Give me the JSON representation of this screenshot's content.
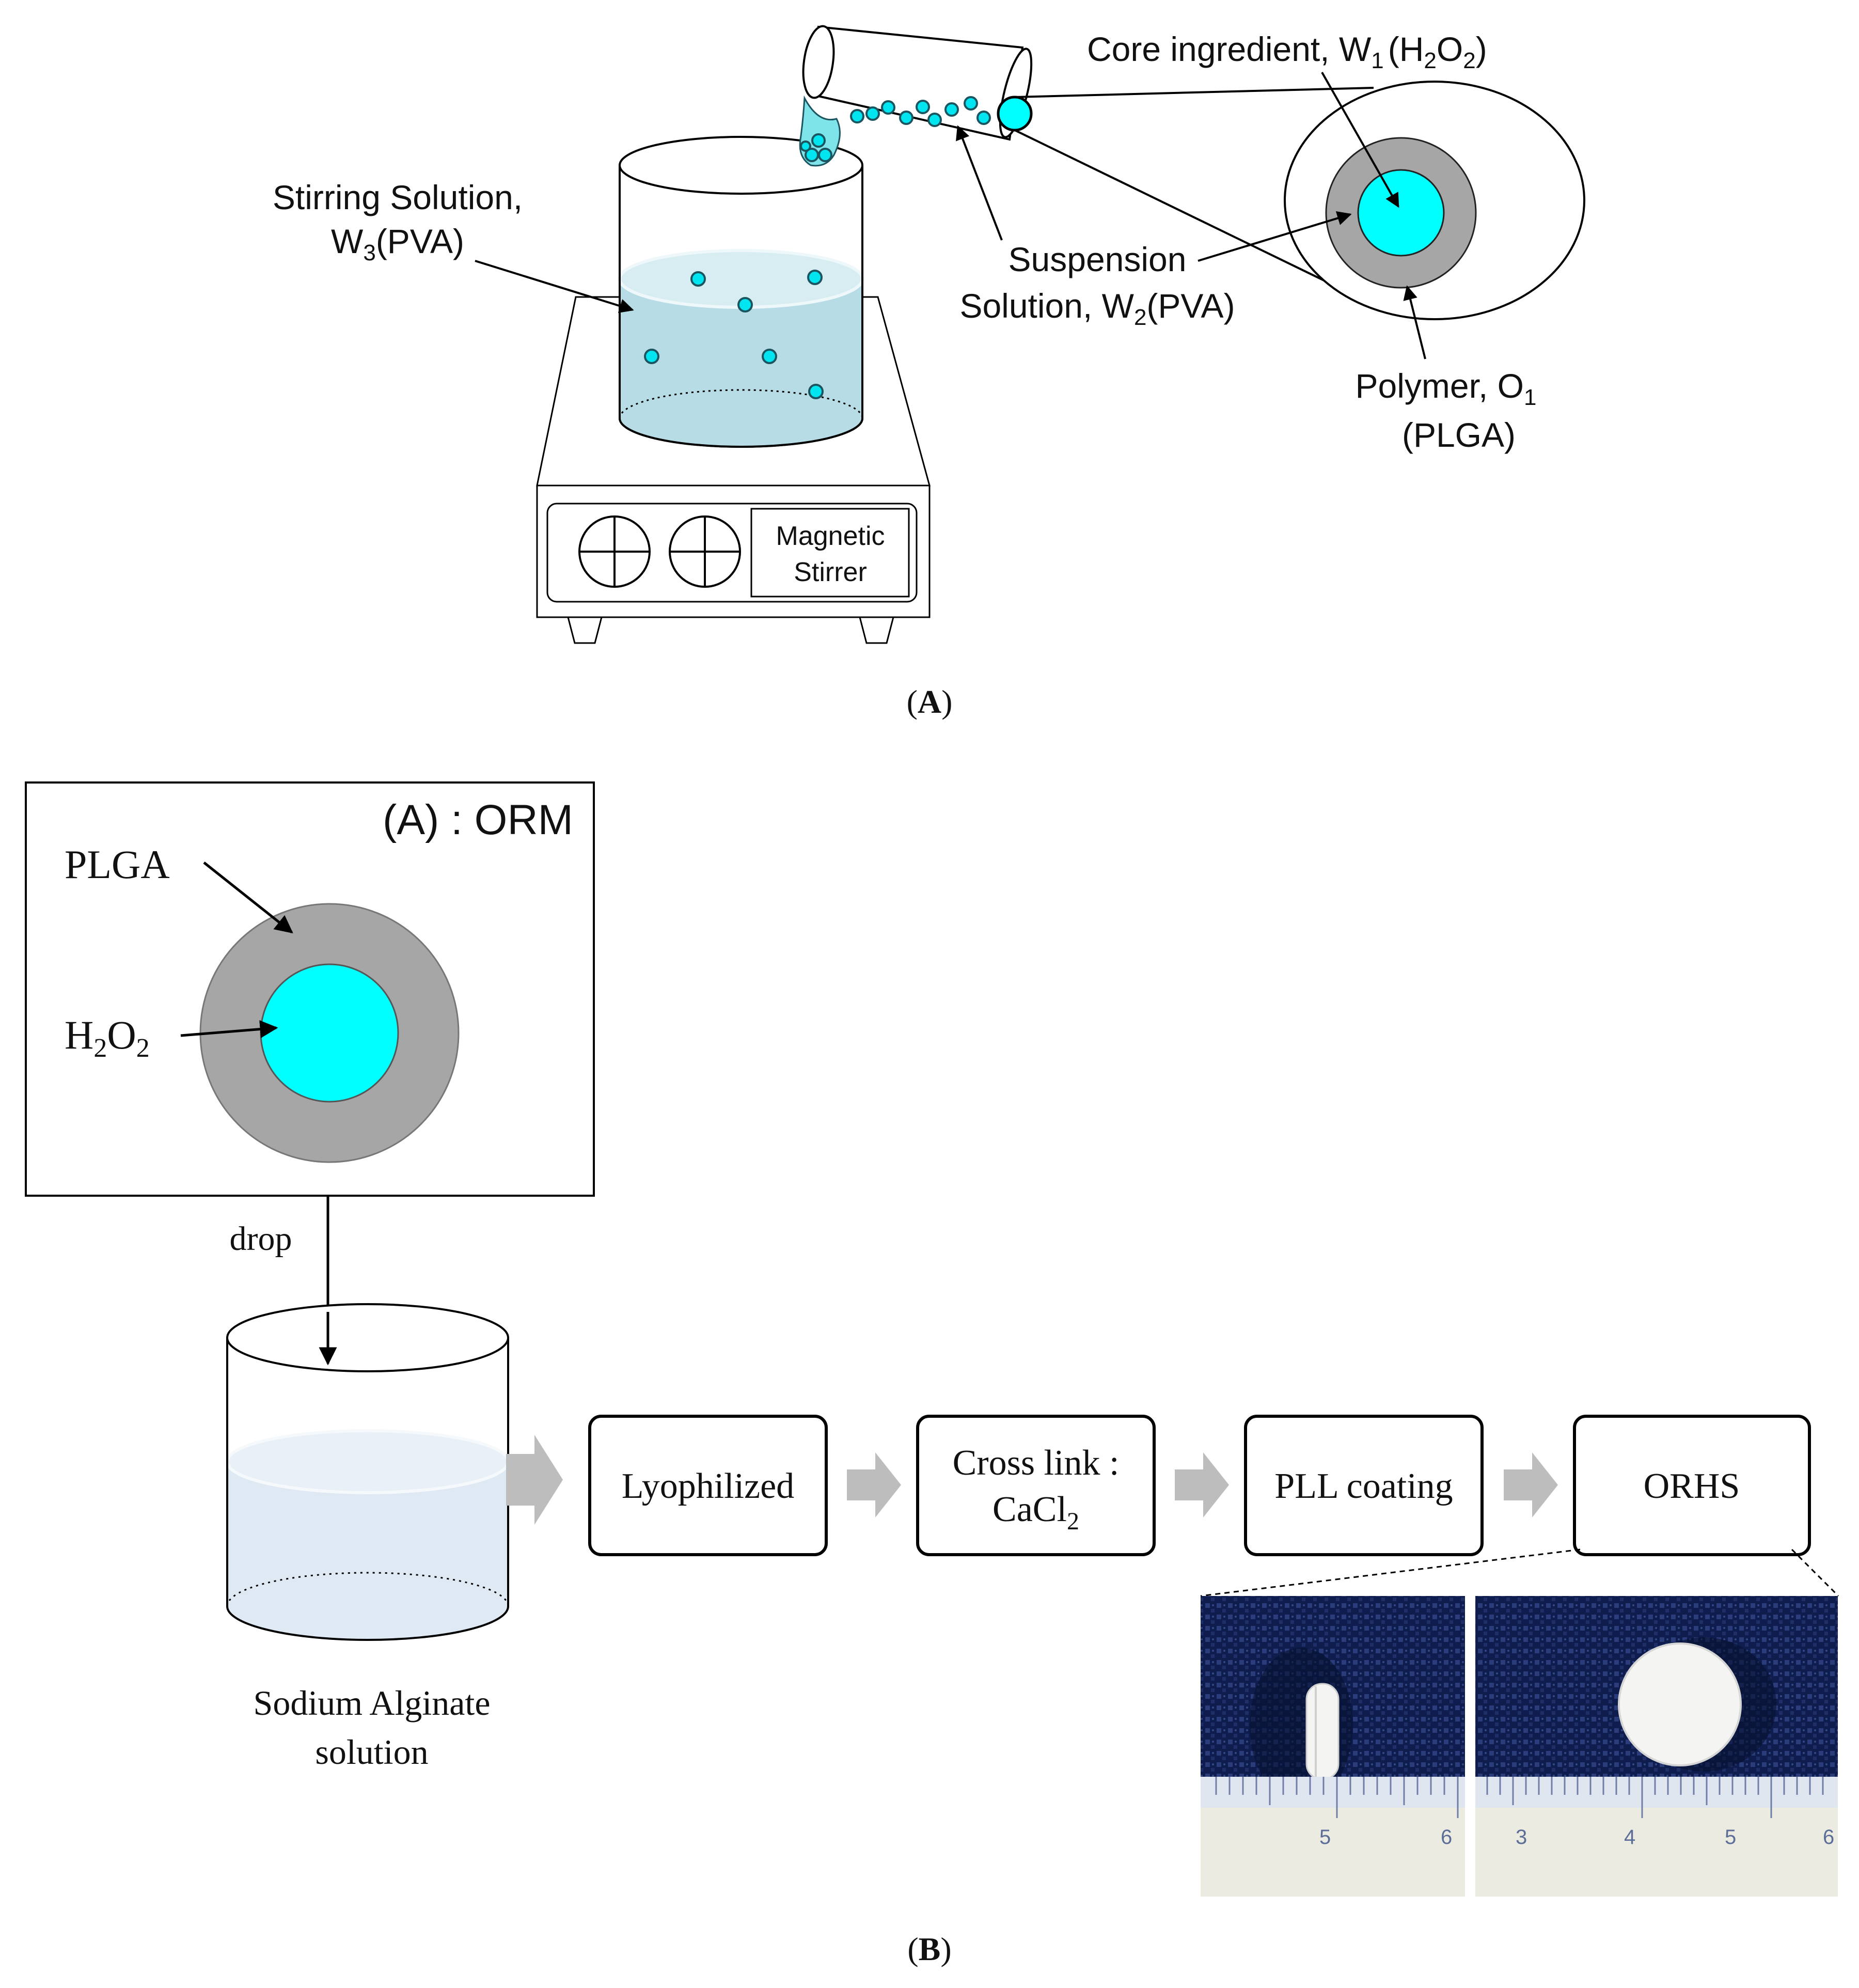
{
  "panel_a": {
    "core_label": "Core ingredient, W",
    "core_sub": "1",
    "core_paren_open": "(H",
    "core_paren_sub1": "2",
    "core_paren_o": "O",
    "core_paren_sub2": "2",
    "core_paren_close": ")",
    "stirring_line1": "Stirring Solution,",
    "stirring_line2_w": "W",
    "stirring_line2_sub": "3",
    "stirring_line2_rest": "(PVA)",
    "suspension_line1": "Suspension",
    "suspension_line2_a": "Solution, W",
    "suspension_line2_sub": "2",
    "suspension_line2_rest": "(PVA)",
    "polymer_line1_a": "Polymer, O",
    "polymer_line1_sub": "1",
    "polymer_line2": "(PLGA)",
    "stirrer_line1": "Magnetic",
    "stirrer_line2": "Stirrer",
    "panel_label": "A"
  },
  "panel_b": {
    "orm_title": "(A) : ORM",
    "plga": "PLGA",
    "h2o2_h": "H",
    "h2o2_sub1": "2",
    "h2o2_o": "O",
    "h2o2_sub2": "2",
    "drop": "drop",
    "beaker_line1": "Sodium Alginate",
    "beaker_line2": "solution",
    "steps": [
      "Lyophilized",
      "Cross link :",
      "PLL coating",
      "ORHS"
    ],
    "crosslink_line2": "CaCl",
    "crosslink_sub": "2",
    "ruler1_ticks": [
      "5",
      "6"
    ],
    "ruler2_ticks": [
      "3",
      "4",
      "5",
      "6"
    ],
    "panel_label": "B"
  },
  "colors": {
    "cyan": "#00ffff",
    "shell_gray": "#a6a6a6",
    "liquid_blue": "#b7dce6",
    "arrow_gray": "#bdbdbd",
    "fabric_navy": "#0d1c4a"
  }
}
